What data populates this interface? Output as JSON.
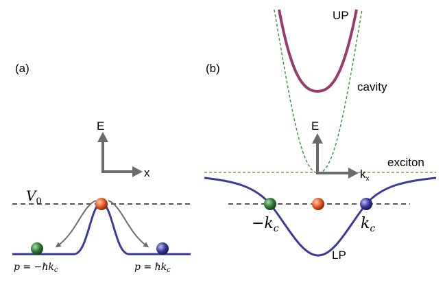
{
  "panel_a": {
    "label": "(a)",
    "axis_e": "E",
    "axis_x": "x",
    "potential": "V",
    "potential_sub": "0",
    "left_momentum": "p = −ħk",
    "left_momentum_sub": "c",
    "right_momentum": "p = ħk",
    "right_momentum_sub": "c"
  },
  "panel_b": {
    "label": "(b)",
    "up": "UP",
    "cavity": "cavity",
    "axis_e": "E",
    "axis_k": "k",
    "axis_k_sub": "x",
    "exciton": "exciton",
    "lp": "LP",
    "neg_kc": "−k",
    "neg_kc_sub": "c",
    "pos_kc": "k",
    "pos_kc_sub": "c"
  },
  "colors": {
    "polariton_curve": "#3b3a9a",
    "upper_polariton": "#9a3a6e",
    "cavity_dashed": "#3a9a3a",
    "exciton_dashed": "#a08a3a",
    "axis": "#6b6b6b",
    "ball_green": "#2f7a3a",
    "ball_orange": "#e0572a",
    "ball_blue": "#3a3aa0"
  }
}
